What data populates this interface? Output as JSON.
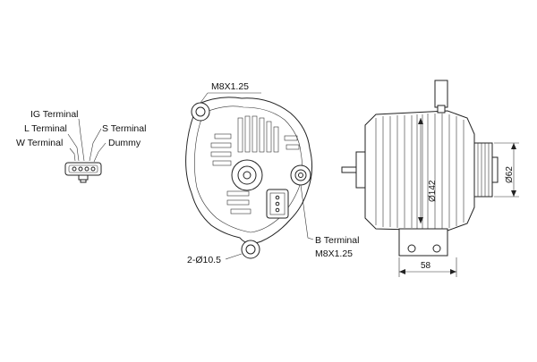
{
  "connector": {
    "ig_terminal": "IG Terminal",
    "l_terminal": "L Terminal",
    "s_terminal": "S Terminal",
    "w_terminal": "W Terminal",
    "dummy": "Dummy"
  },
  "front_view": {
    "top_bolt": "M8X1.25",
    "mount_holes": "2-Ø10.5",
    "b_terminal": "B Terminal",
    "b_terminal_thread": "M8X1.25"
  },
  "side_view": {
    "body_diameter": "Ø142",
    "pulley_diameter": "Ø62",
    "length": "58"
  },
  "colors": {
    "line": "#222222",
    "background": "#ffffff"
  }
}
